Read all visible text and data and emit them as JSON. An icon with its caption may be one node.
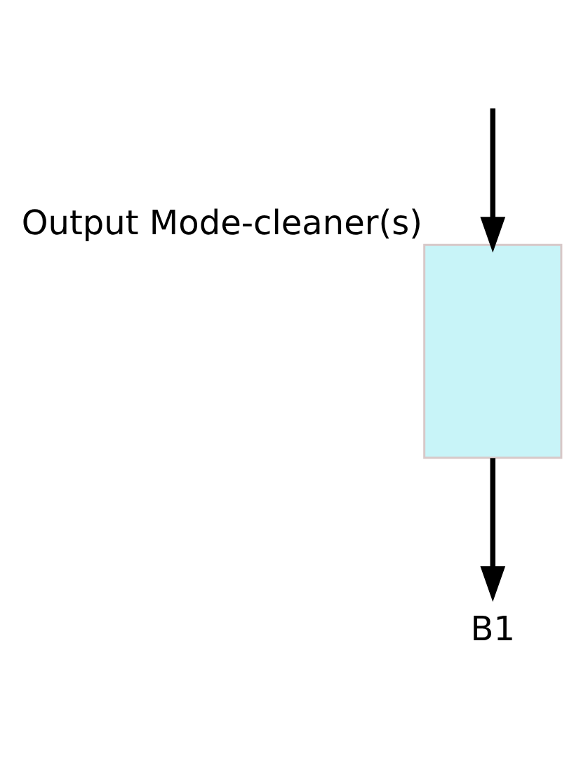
{
  "diagram": {
    "nodes": [
      {
        "text": [],
        "shape": "box",
        "beside": [
          "Output Mode-cleaner(s)"
        ]
      },
      {
        "text": [
          "B1"
        ]
      }
    ],
    "edges": [
      {
        "from": null,
        "to": 0,
        "arrow": "to"
      },
      {
        "from": 0,
        "to": 1,
        "arrow": "to"
      }
    ]
  }
}
